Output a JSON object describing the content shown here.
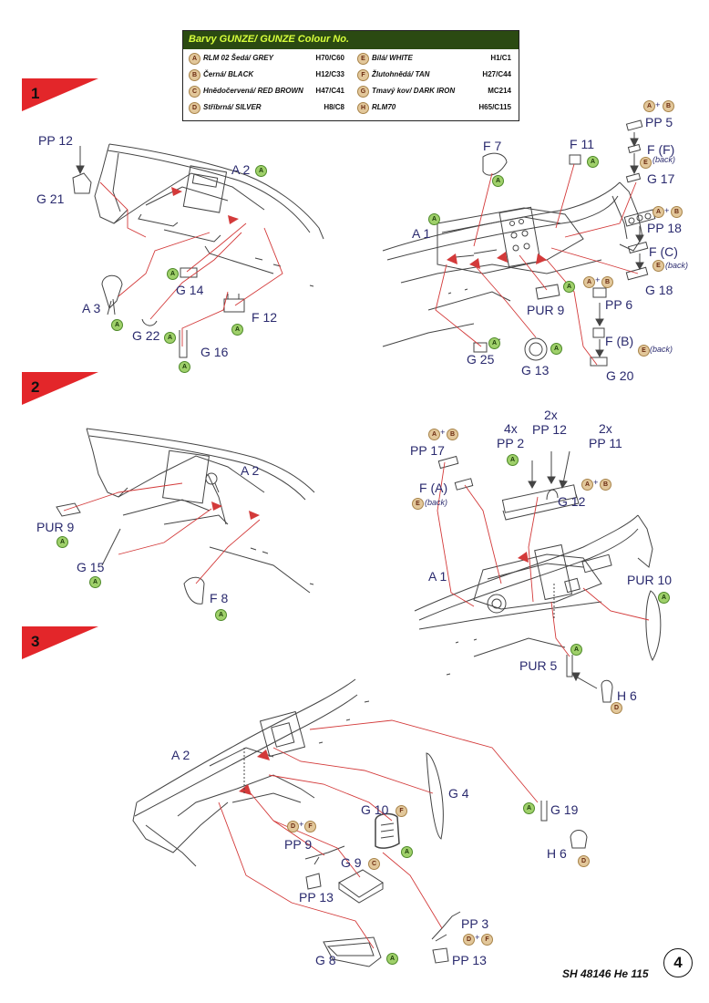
{
  "legend": {
    "title": "Barvy GUNZE/ GUNZE Colour No.",
    "rows": [
      {
        "key": "A",
        "name": "RLM 02 Šedá/ GREY",
        "code": "H70/C60"
      },
      {
        "key": "B",
        "name": "Černá/ BLACK",
        "code": "H12/C33"
      },
      {
        "key": "C",
        "name": "Hnědočervená/ RED BROWN",
        "code": "H47/C41"
      },
      {
        "key": "D",
        "name": "Stříbrná/ SILVER",
        "code": "H8/C8"
      },
      {
        "key": "E",
        "name": "Bílá/ WHITE",
        "code": "H1/C1"
      },
      {
        "key": "F",
        "name": "Žlutohnědá/ TAN",
        "code": "H27/C44"
      },
      {
        "key": "G",
        "name": "Tmavý kov/ DARK IRON",
        "code": "MC214"
      },
      {
        "key": "H",
        "name": "RLM70",
        "code": "H65/C115"
      }
    ]
  },
  "steps": [
    "1",
    "2",
    "3"
  ],
  "labels": {
    "s1_pp12": "PP 12",
    "s1_g21": "G 21",
    "s1_a2": "A 2",
    "s1_g14": "G 14",
    "s1_a3": "A 3",
    "s1_g22": "G 22",
    "s1_f12": "F 12",
    "s1_g16": "G 16",
    "s1_f7": "F 7",
    "s1_f11": "F 11",
    "s1_pp5": "PP 5",
    "s1_ff": "F (F)",
    "s1_g17": "G 17",
    "s1_a1": "A 1",
    "s1_pp18": "PP 18",
    "s1_fc": "F (C)",
    "s1_g18": "G 18",
    "s1_pur9": "PUR 9",
    "s1_pp6": "PP 6",
    "s1_fb": "F (B)",
    "s1_g25": "G 25",
    "s1_g13": "G 13",
    "s1_g20": "G 20",
    "s2_a2": "A 2",
    "s2_pur9": "PUR 9",
    "s2_g15": "G 15",
    "s2_f8": "F 8",
    "s2_2x_a": "2x",
    "s2_4x": "4x",
    "s2_2x_b": "2x",
    "s2_pp12": "PP 12",
    "s2_pp2": "PP 2",
    "s2_pp11": "PP 11",
    "s2_pp17": "PP 17",
    "s2_fa": "F (A)",
    "s2_g12": "G 12",
    "s2_a1": "A 1",
    "s2_pur10": "PUR 10",
    "s2_pur5": "PUR 5",
    "s2_h6": "H 6",
    "s3_a2": "A 2",
    "s3_g4": "G 4",
    "s3_g10": "G 10",
    "s3_pp9": "PP 9",
    "s3_g9": "G 9",
    "s3_g19": "G 19",
    "s3_h6": "H 6",
    "s3_pp13a": "PP 13",
    "s3_pp3": "PP 3",
    "s3_pp13b": "PP 13",
    "s3_g8": "G 8"
  },
  "back_note": "(back)",
  "plus": "+",
  "footer": "SH 48146 He 115",
  "page_number": "4"
}
